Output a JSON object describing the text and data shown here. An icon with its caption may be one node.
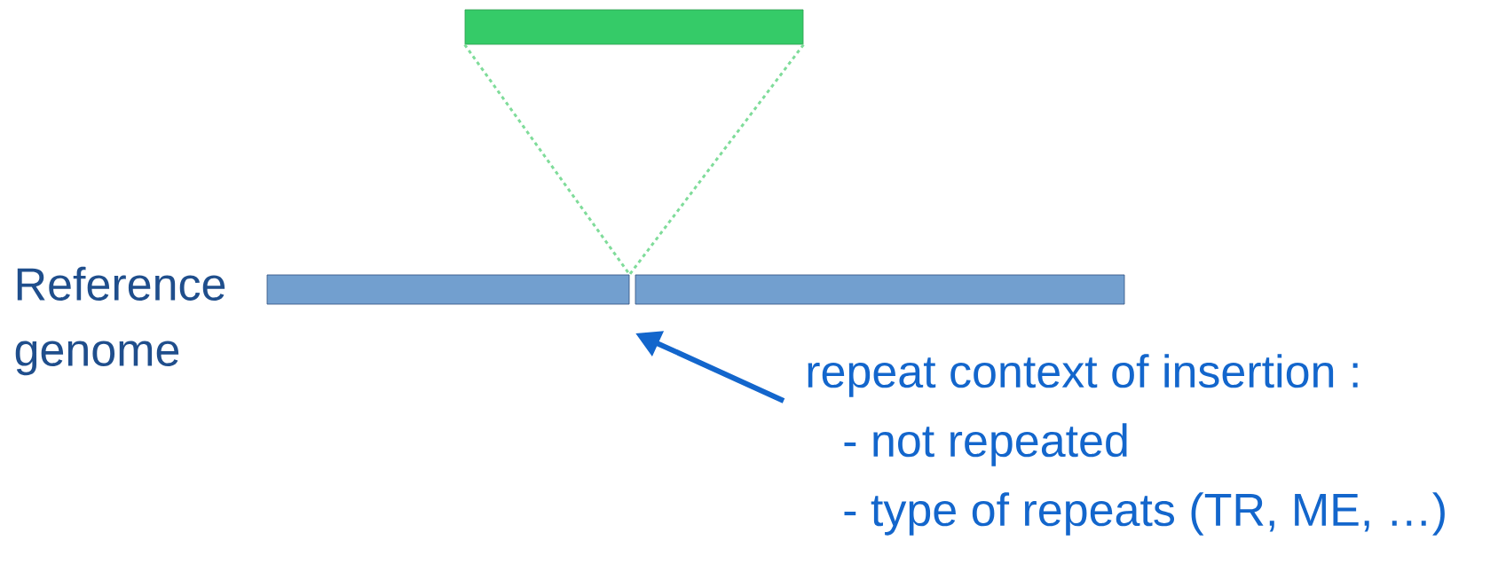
{
  "diagram": {
    "nodes": [
      {
        "text": [],
        "shape": "bar"
      },
      {
        "text": [],
        "shape": "bar"
      },
      {
        "text": [],
        "shape": "bar"
      },
      {
        "text": [
          "repeat context of insertion :",
          "- not repeated",
          "- type of repeats (TR, ME, …)"
        ]
      }
    ],
    "edges": [
      {
        "from": 0,
        "to": 1,
        "arrow": "none",
        "style": "dashed",
        "color": "#7fdc9a"
      },
      {
        "from": 0,
        "to": 1,
        "arrow": "none",
        "style": "dashed",
        "color": "#7fdc9a"
      },
      {
        "from": 3,
        "to": null,
        "arrow": "to",
        "style": "thick",
        "color": "#1366cc"
      }
    ],
    "labels": [
      "Reference genome"
    ]
  }
}
